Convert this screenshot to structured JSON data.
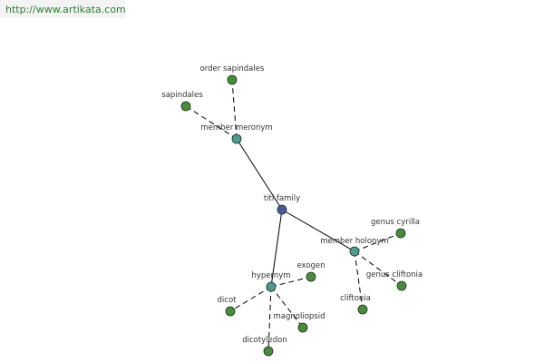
{
  "header": {
    "url": "http://www.artikata.com"
  },
  "colors": {
    "center": "#4b5a9c",
    "relation": "#4f9a92",
    "leaf": "#4a8a3c"
  },
  "graph": {
    "center": {
      "id": "titi",
      "label": "titi family"
    },
    "relations": [
      {
        "id": "meronym",
        "label": "member meronym"
      },
      {
        "id": "holonym",
        "label": "member holonym"
      },
      {
        "id": "hypernym",
        "label": "hypernym"
      }
    ],
    "leaves": [
      {
        "id": "order-sapindales",
        "label": "order sapindales",
        "parent": "meronym"
      },
      {
        "id": "sapindales",
        "label": "sapindales",
        "parent": "meronym"
      },
      {
        "id": "genus-cyrilla",
        "label": "genus cyrilla",
        "parent": "holonym"
      },
      {
        "id": "genus-cliftonia",
        "label": "genus cliftonia",
        "parent": "holonym"
      },
      {
        "id": "cliftonia",
        "label": "cliftonia",
        "parent": "holonym"
      },
      {
        "id": "exogen",
        "label": "exogen",
        "parent": "hypernym"
      },
      {
        "id": "dicot",
        "label": "dicot",
        "parent": "hypernym"
      },
      {
        "id": "magnoliopsid",
        "label": "magnoliopsid",
        "parent": "hypernym"
      },
      {
        "id": "dicotyledon",
        "label": "dicotyledon",
        "parent": "hypernym"
      }
    ]
  }
}
